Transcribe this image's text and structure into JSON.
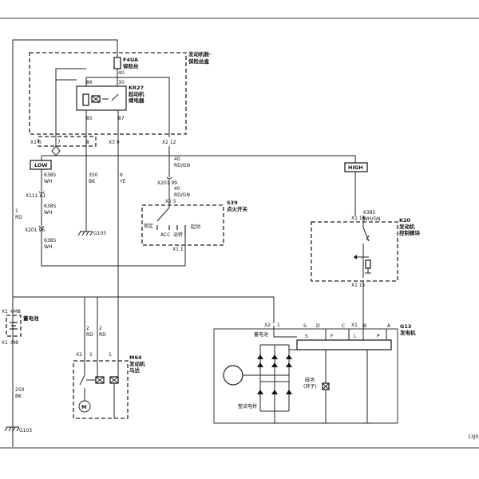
{
  "components": {
    "fuse_block": {
      "title_line1": "发动机舱-",
      "title_line2": "保险丝盒"
    },
    "fuse": {
      "id": "F4UA",
      "name": "保险丝",
      "pin": "40"
    },
    "relay": {
      "id": "KR27",
      "name_line1": "起动机",
      "name_line2": "继电器",
      "pins": [
        "86",
        "30",
        "85",
        "87"
      ]
    },
    "ignition_switch": {
      "id": "S39",
      "name": "点火开关",
      "pos_lock": "锁定",
      "pos_acc": "ACC",
      "pos_run": "运转",
      "pos_start": "起动"
    },
    "ecm": {
      "id": "K20",
      "name_line1": "发动机",
      "name_line2": "控制模块"
    },
    "battery": {
      "name": "蓄电池",
      "pos_pin": "X1 +M8",
      "neg_pin": "X1 -M8"
    },
    "starter": {
      "id": "M64",
      "name_line1": "发动机",
      "name_line2": "马达",
      "motor_symbol": "M"
    },
    "generator": {
      "id": "G13",
      "name": "发电机",
      "battery_label": "蓄电池",
      "field_label_line1": "磁场",
      "field_label_line2": "(转子)",
      "rectifier_label": "整流电桥",
      "terminals": [
        "S",
        "D",
        "C",
        "X1",
        "B",
        "A",
        "F",
        "L",
        "P"
      ]
    }
  },
  "connectors": {
    "x1_top": "X1 6",
    "x1_7": "7",
    "x1_8": "8",
    "x3_9": "X3 9",
    "x2_12": "X2 12",
    "x111_a1": "X111  A1",
    "x201_96": "X201 96",
    "x201_99": "X201  99",
    "s39_x1_5": "X1  5",
    "s39_x1_1": "X1  1",
    "k20_x1_10": "X1 10",
    "k20_x1_15": "X1 15",
    "m64_x2": "X2",
    "m64_1": "1",
    "m64_1b": "1",
    "g13_x2": "X2",
    "g13_1": "1",
    "g13_x1": "X1"
  },
  "wires": [
    {
      "circuit": "6385",
      "color": "WH",
      "id": "w-6385-a"
    },
    {
      "circuit": "6385",
      "color": "WH",
      "id": "w-6385-b"
    },
    {
      "circuit": "6385",
      "color": "WH",
      "id": "w-6385-c"
    },
    {
      "circuit": "1",
      "color": "RD",
      "id": "w-1-rd"
    },
    {
      "circuit": "350",
      "color": "BK",
      "id": "w-350-bk"
    },
    {
      "circuit": "6",
      "color": "YE",
      "id": "w-6-ye"
    },
    {
      "circuit": "40",
      "color": "RD/GN",
      "id": "w-40-a"
    },
    {
      "circuit": "40",
      "color": "RD/GN",
      "id": "w-40-b"
    },
    {
      "circuit": "6385",
      "color": "WH/GN",
      "id": "w-6385-wg"
    },
    {
      "circuit": "2",
      "color": "RD",
      "id": "w-2-a"
    },
    {
      "circuit": "2",
      "color": "RD",
      "id": "w-2-b"
    },
    {
      "circuit": "250",
      "color": "BK",
      "id": "w-250-bk"
    }
  ],
  "grounds": {
    "g105": "G105",
    "g103": "G103"
  },
  "labels": {
    "low": "LOW",
    "high": "HIGH",
    "page_code": "13J0"
  }
}
